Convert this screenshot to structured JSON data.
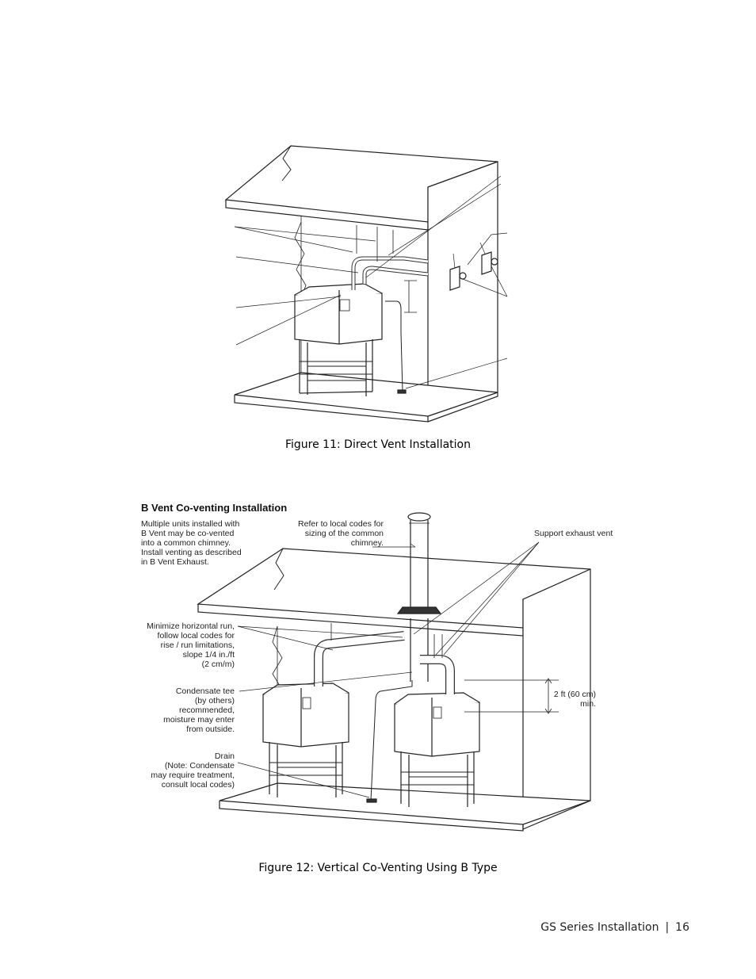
{
  "figure11": {
    "caption": "Figure 11: Direct Vent Installation"
  },
  "figure12": {
    "heading": "B Vent Co-venting Installation",
    "caption": "Figure 12: Vertical Co-Venting Using B Type",
    "labels": {
      "multiple_units": "Multiple units installed with\nB Vent may be co-vented\ninto a common chimney.\nInstall venting as described\nin B Vent Exhaust.",
      "refer_codes": "Refer to local codes for\nsizing of the common\nchimney.",
      "support_exhaust": "Support exhaust vent",
      "minimize_run": "Minimize horizontal run,\nfollow local codes for\nrise / run limitations,\nslope 1/4 in./ft\n(2 cm/m)",
      "condensate_tee": "Condensate tee\n(by others)\nrecommended,\nmoisture may enter\nfrom outside.",
      "drain": "Drain\n(Note: Condensate\nmay require treatment,\nconsult local codes)",
      "clearance": "2 ft (60 cm)\nmin."
    }
  },
  "footer": {
    "section": "GS Series Installation",
    "page_number": "16"
  }
}
